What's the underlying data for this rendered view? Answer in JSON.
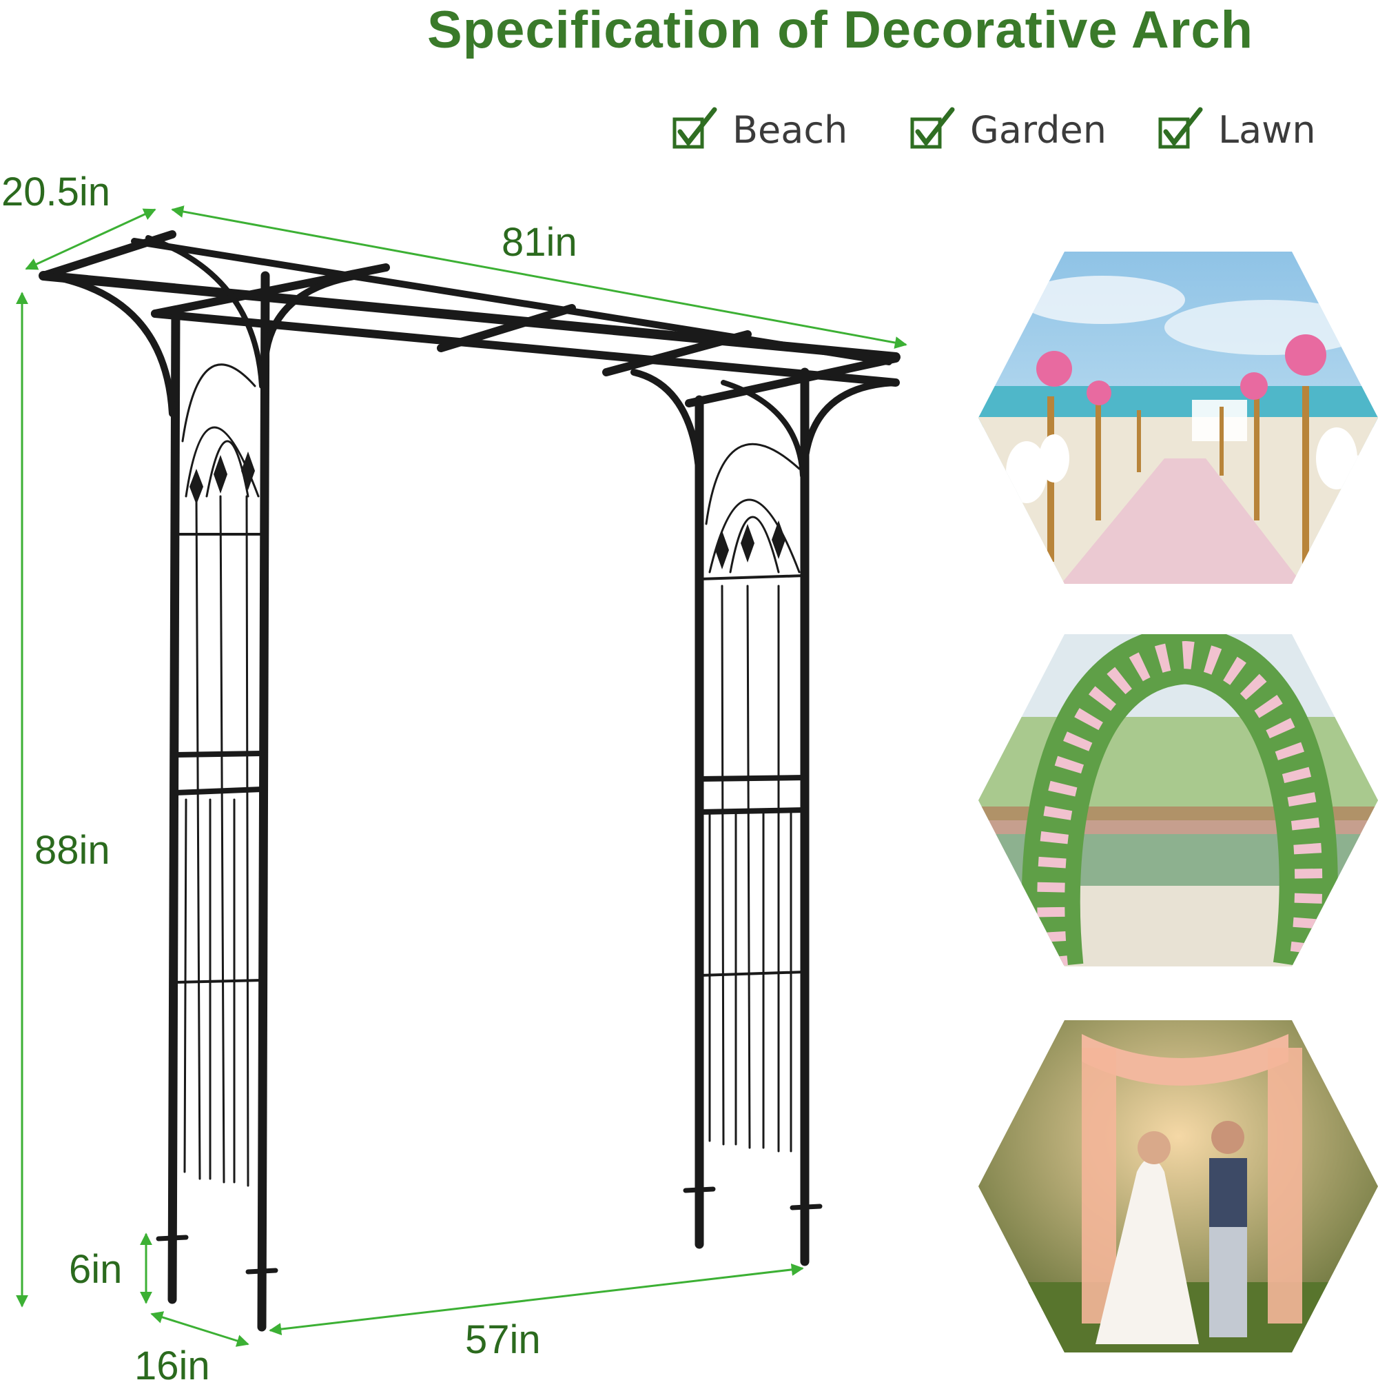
{
  "title": "Specification of Decorative Arch",
  "uses": [
    {
      "label": "Beach",
      "icon": "checkbox-checked-icon"
    },
    {
      "label": "Garden",
      "icon": "checkbox-checked-icon"
    },
    {
      "label": "Lawn",
      "icon": "checkbox-checked-icon"
    }
  ],
  "dimensions": {
    "depth_top": "20.5in",
    "width_top": "81in",
    "height": "88in",
    "ground_stake": "6in",
    "base_depth": "16in",
    "base_width": "57in"
  },
  "colors": {
    "title": "#3a7a2a",
    "dimension_text": "#2b6a1e",
    "dimension_arrow": "#3cb034",
    "frame": "#1a1a1a"
  },
  "photos": [
    {
      "name": "beach-wedding-photo"
    },
    {
      "name": "flower-arch-garden-photo"
    },
    {
      "name": "wedding-couple-lawn-photo"
    }
  ]
}
